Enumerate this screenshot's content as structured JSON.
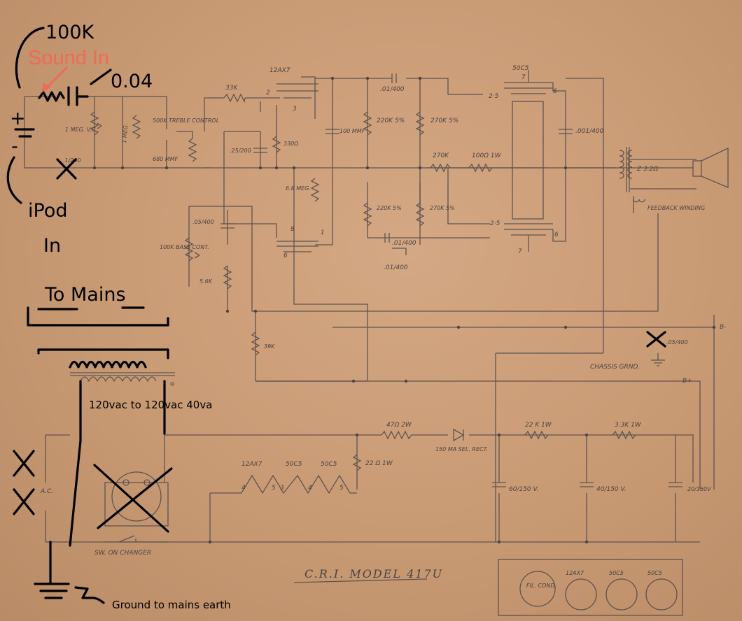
{
  "colors": {
    "paper": "#c99a73",
    "ink": "#5e5450",
    "annotation": "#000000",
    "sound_in": "#f06a55"
  },
  "annotations": {
    "res_100k": "100K",
    "sound_in": "Sound In",
    "cap_004": "0.04",
    "plus": "+",
    "minus": "-",
    "ipod_in_1": "iPod",
    "ipod_in_2": "In",
    "to_mains": "To Mains",
    "transformer_spec": "120vac to 120vac 40va",
    "ground_note": "Ground to mains earth"
  },
  "labels": {
    "tube_12ax7_top": "12AX7",
    "tube_50c5_top": "50C5",
    "r_33k": "33K",
    "pin_2": "2",
    "pin_3": "3",
    "pin_1": "1",
    "pin_8": "8",
    "pin_6a": "6",
    "pin_7": "7",
    "pin_6b": "6",
    "pin_7b": "7",
    "pin_6c": "6",
    "pin_25a": "2·5",
    "pin_25b": "2·5",
    "c_01_400a": ".01/400",
    "c_01_400b": ".01/400",
    "c_01_400c": ".01/400",
    "c_001_400": ".001/400",
    "r_220k_5a": "220K 5%",
    "r_270k_5a": "270K 5%",
    "r_220k_5b": "220K 5%",
    "r_270k_5b": "270K 5%",
    "r_270k": "270K",
    "r_100_1w": "100Ω 1W",
    "c_100mmf": "100 MMF",
    "vc_1meg": "1 MEG. V.C.",
    "r_1meg": "1 MEG.",
    "treble": "500K TREBLE CONTROL",
    "c_680": "680 MMF",
    "c_25_200": ".25/200",
    "c_x_200": ".1/200",
    "r_330": "330Ω",
    "r_68meg": "6.8 MEG.",
    "c_05_400": ".05/400",
    "bass": "100K BASS CONT.",
    "r_56k": "5.6K",
    "r_39k": "39K",
    "z32": "Z 3.2Ω",
    "feedback": "FEEDBACK WINDING",
    "b_minus": "B-",
    "c_05_400b": ".05/400",
    "chassis": "CHASSIS GRND.",
    "b_plus": "B+",
    "r_47_2w": "47Ω 2W",
    "rect": "150 MA SEL. RECT.",
    "r_22k_1w": "22 K 1W",
    "r_33k_1w": "3.3K 1W",
    "r_22_1w": "22 Ω 1W",
    "h_12ax7": "12AX7",
    "h_50c5a": "50C5",
    "h_50c5b": "50C5",
    "h_4": "4",
    "h_5": "5",
    "h_3": "3",
    "h_4b": "4",
    "h_5b": "5",
    "ac": "A.C.",
    "c_60_150": "60/150 V.",
    "c_40_150": "40/150 V.",
    "c_20_150": "20/150V",
    "sw": "SW. ON CHANGER",
    "model": "C.R.I. MODEL 417U",
    "fil_cond": "FIL. COND.",
    "leg_12ax7": "12AX7",
    "leg_50c5a": "50C5",
    "leg_50c5b": "50C5"
  }
}
